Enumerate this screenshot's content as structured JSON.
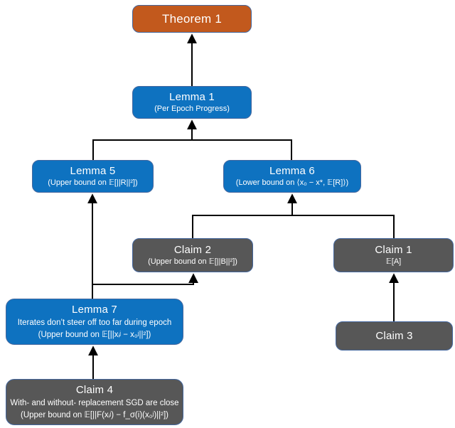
{
  "diagram": {
    "colors": {
      "theorem": "#C2591D",
      "lemma": "#0E72C0",
      "claim": "#575757",
      "border": "#44679E",
      "connector": "#000000"
    },
    "nodes": {
      "theorem1": {
        "type": "theorem",
        "title": "Theorem 1"
      },
      "lemma1": {
        "type": "lemma",
        "title": "Lemma 1",
        "subtitle": "(Per Epoch Progress)"
      },
      "lemma5": {
        "type": "lemma",
        "title": "Lemma 5",
        "subtitle": "(Upper bound on 𝔼[||R||²])"
      },
      "lemma6": {
        "type": "lemma",
        "title": "Lemma 6",
        "subtitle": "(Lower bound on ⟨x₀ − x*, 𝔼[R]⟩)"
      },
      "claim2": {
        "type": "claim",
        "title": "Claim 2",
        "subtitle": "(Upper bound on 𝔼[||B||²])"
      },
      "claim1": {
        "type": "claim",
        "title": "Claim 1",
        "subtitle": "𝔼[A]"
      },
      "lemma7": {
        "type": "lemma",
        "title": "Lemma 7",
        "description": "Iterates don’t steer off too far during epoch",
        "subtitle": "(Upper bound on 𝔼[||xᵢʲ − x₀ʲ||²])"
      },
      "claim3": {
        "type": "claim",
        "title": "Claim 3"
      },
      "claim4": {
        "type": "claim",
        "title": "Claim 4",
        "description": "With- and without- replacement SGD are close",
        "subtitle": "(Upper bound on 𝔼[||F(xᵢʲ) − f_σ(i)(x₀ʲ)||²])"
      }
    },
    "edges": [
      {
        "from": "lemma1",
        "to": "theorem1"
      },
      {
        "from": "lemma5",
        "to": "lemma1"
      },
      {
        "from": "lemma6",
        "to": "lemma1"
      },
      {
        "from": "claim2",
        "to": "lemma6"
      },
      {
        "from": "claim1",
        "to": "lemma6"
      },
      {
        "from": "lemma7",
        "to": "lemma5"
      },
      {
        "from": "lemma7",
        "to": "claim2"
      },
      {
        "from": "claim4",
        "to": "lemma7"
      },
      {
        "from": "claim3",
        "to": "claim1"
      }
    ]
  }
}
